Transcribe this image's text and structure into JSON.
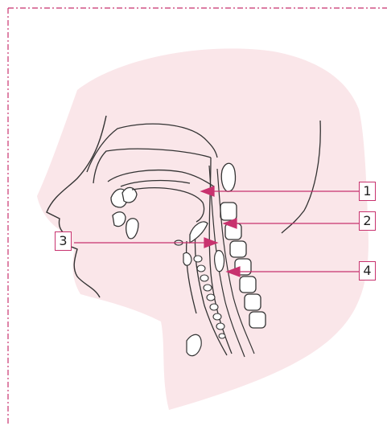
{
  "colors": {
    "accent": "#c8326e",
    "skin": "#fae6e9",
    "line": "#333333",
    "border_dash": "#c8326e"
  },
  "labels": [
    {
      "id": "1",
      "text": "1"
    },
    {
      "id": "2",
      "text": "2"
    },
    {
      "id": "3",
      "text": "3"
    },
    {
      "id": "4",
      "text": "4"
    }
  ]
}
